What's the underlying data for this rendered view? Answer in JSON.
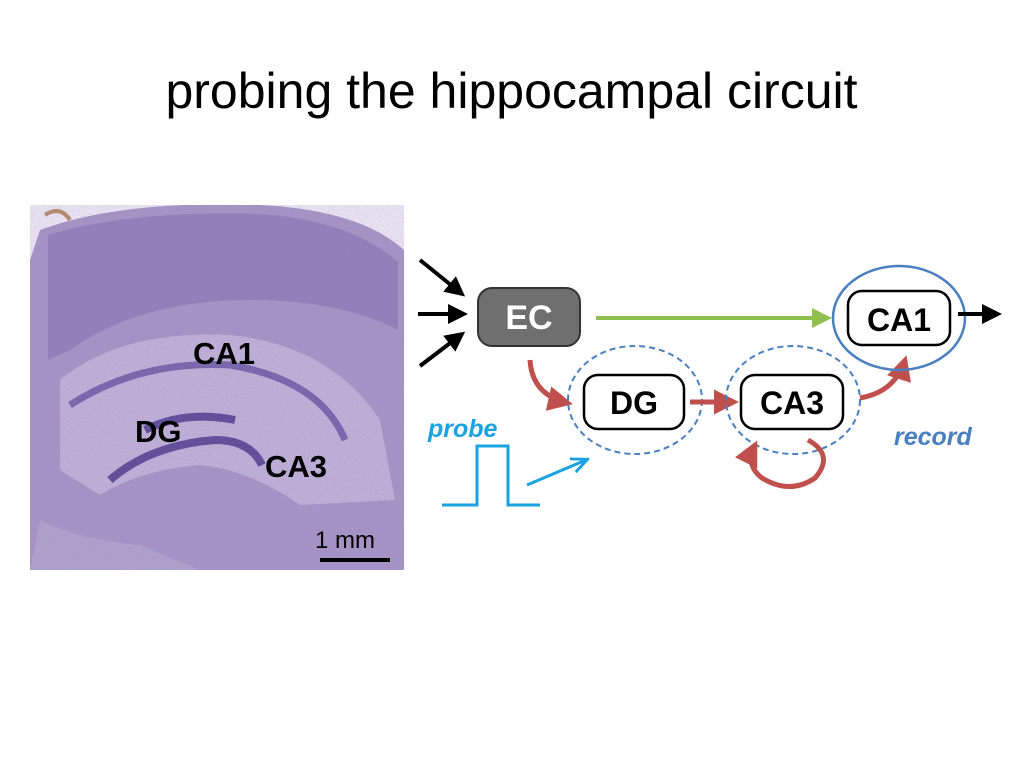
{
  "title": "probing the hippocampal circuit",
  "micrograph": {
    "labels": {
      "ca1": "CA1",
      "dg": "DG",
      "ca3": "CA3"
    },
    "scale_bar": "1 mm"
  },
  "diagram": {
    "nodes": {
      "ec": "EC",
      "dg": "DG",
      "ca3": "CA3",
      "ca1": "CA1"
    },
    "probe_label": "probe",
    "record_label": "record"
  },
  "colors": {
    "ec_fill": "#6f6f6f",
    "feedforward": "#c0504d",
    "direct_path": "#8fbf4f",
    "probe": "#1aa3e0",
    "record": "#4a7fc0",
    "tissue": "#a796c4"
  }
}
